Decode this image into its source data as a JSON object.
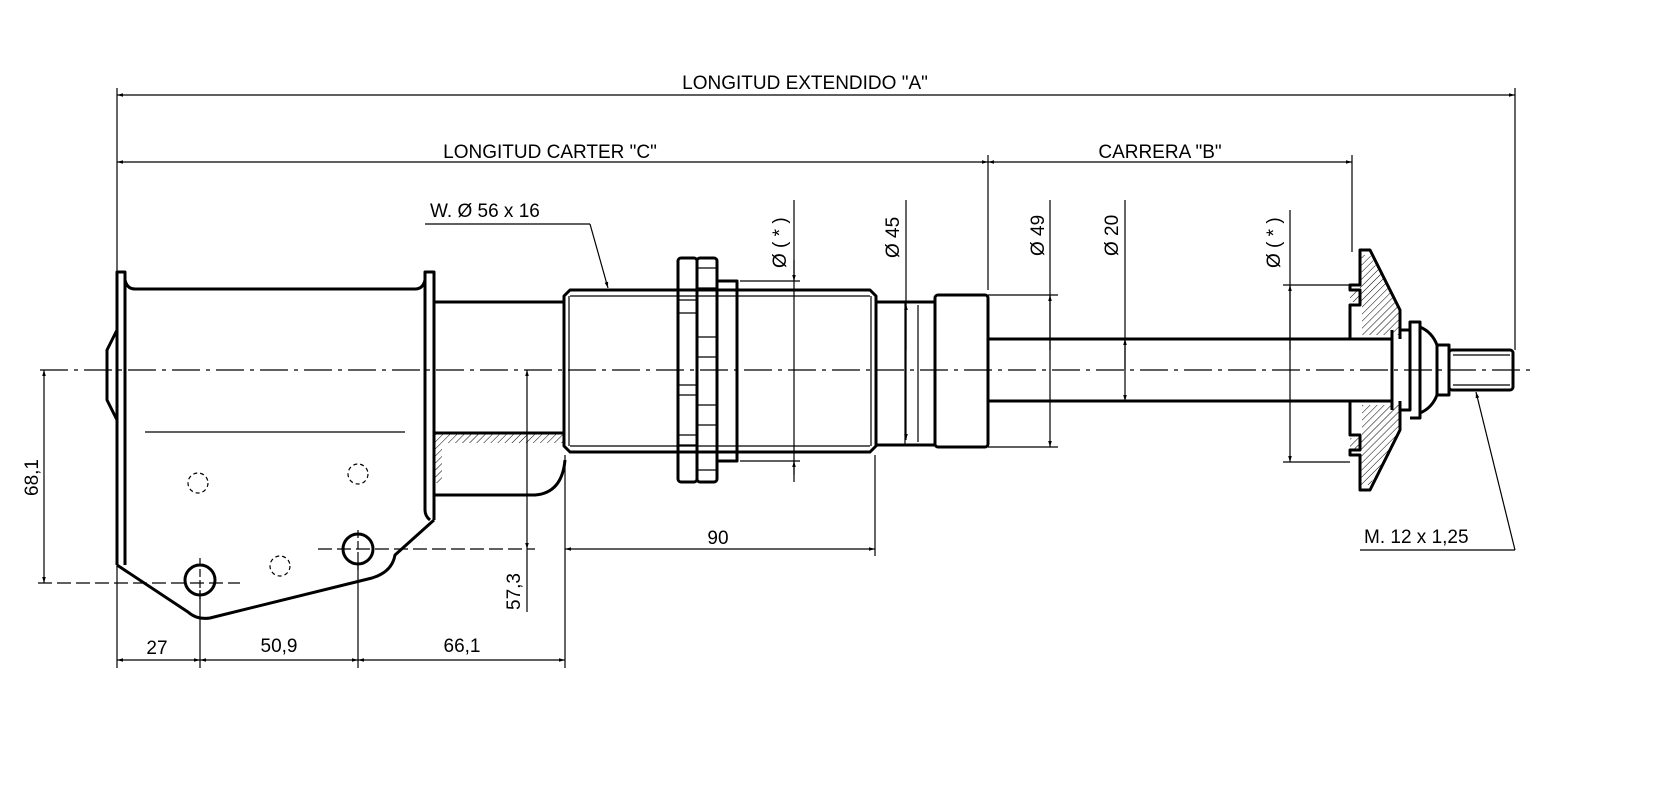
{
  "title": "Shock absorber technical drawing",
  "dimensions": {
    "length_extended": "LONGITUD EXTENDIDO \"A\"",
    "length_housing": "LONGITUD CARTER \"C\"",
    "stroke": "CARRERA \"B\"",
    "washer": "W. Ø 56 x 16",
    "thread": "M. 12 x 1,25",
    "dia_star_left": "Ø ( * )",
    "dia_45": "Ø 45",
    "dia_49": "Ø 49",
    "dia_20": "Ø 20",
    "dia_star_right": "Ø ( * )",
    "d_68_1": "68,1",
    "d_57_3": "57,3",
    "d_90": "90",
    "d_27": "27",
    "d_50_9": "50,9",
    "d_66_1": "66,1"
  }
}
